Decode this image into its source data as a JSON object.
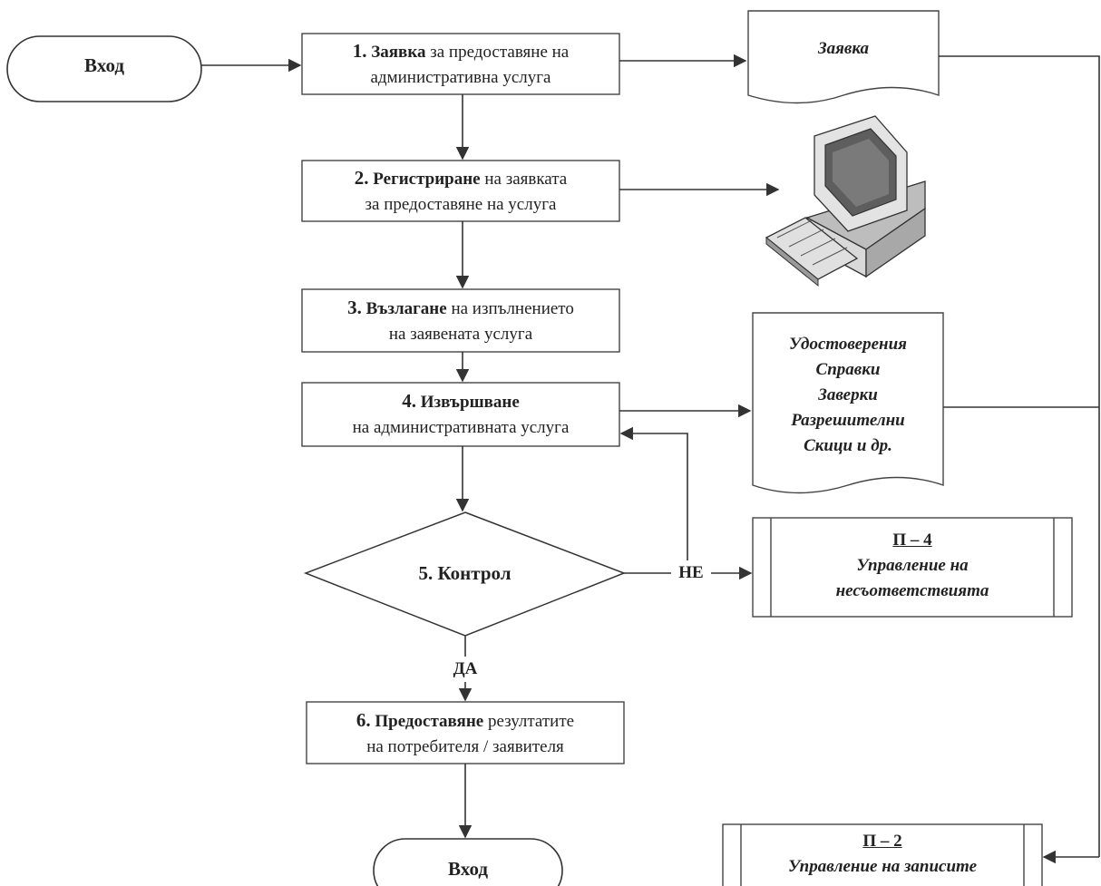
{
  "start_label": "Вход",
  "end_label": "Вход",
  "steps": [
    {
      "num": "1.",
      "bold": "Заявка",
      "rest1": " за предоставяне на",
      "line2": "административна услуга"
    },
    {
      "num": "2.",
      "bold": "Регистриране",
      "rest1": " на заявката",
      "line2": "за предоставяне на услуга"
    },
    {
      "num": "3.",
      "bold": "Възлагане",
      "rest1": " на изпълнението",
      "line2": "на заявената услуга"
    },
    {
      "num": "4.",
      "bold": "Извършване",
      "rest1": "",
      "line2": "на административната услуга"
    },
    {
      "num": "6.",
      "bold": "Предоставяне",
      "rest1": " резултатите",
      "line2": "на потребителя / заявителя"
    }
  ],
  "decision": {
    "label": "5. Контрол",
    "no": "НЕ",
    "yes": "ДА"
  },
  "documents": {
    "request": "Заявка",
    "outputs": [
      "Удостоверения",
      "Справки",
      "Заверки",
      "Разрешителни",
      "Скици и др."
    ]
  },
  "procedures": [
    {
      "code": "П – 4",
      "line1": "Управление на",
      "line2": "несъответствията"
    },
    {
      "code": "П – 2",
      "line1": "Управление на записите",
      "line2": ""
    }
  ],
  "icons": {
    "computer": "computer-icon"
  }
}
